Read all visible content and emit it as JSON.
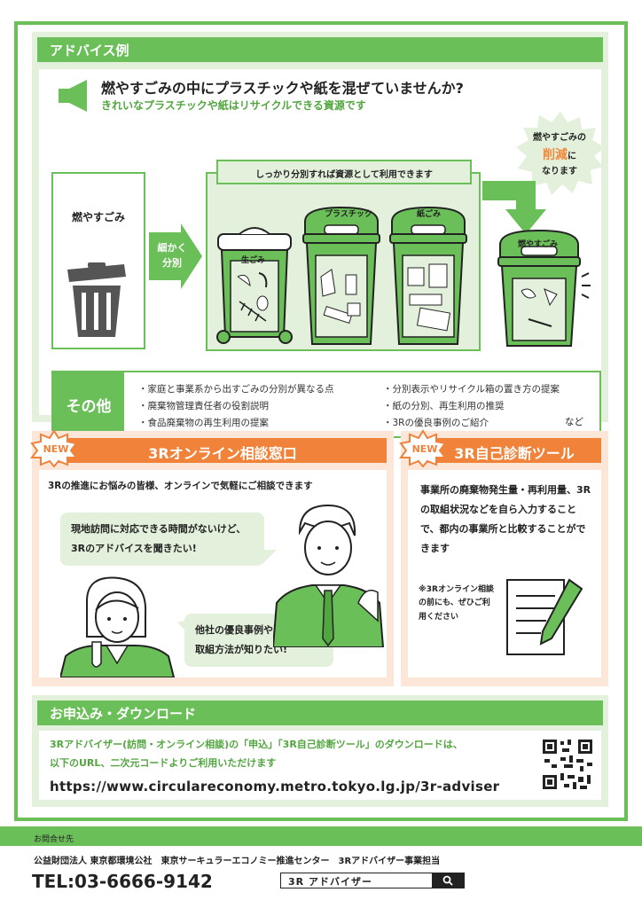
{
  "advice": {
    "title": "アドバイス例",
    "question": "燃やすごみの中にプラスチックや紙を混ぜていませんか?",
    "subtitle": "きれいなプラスチックや紙はリサイクルできる資源です",
    "burst": {
      "line1": "燃やすごみの",
      "emphasis": "削減",
      "after": "に",
      "line3": "なります"
    },
    "burnable_label": "燃やすごみ",
    "arrow_label": [
      "細かく",
      "分別"
    ],
    "separate_head": "しっかり分別すれば資源として利用できます",
    "bins": [
      "生ごみ",
      "プラスチック",
      "紙ごみ"
    ],
    "result_bin": "燃やすごみ",
    "others_label": "その他",
    "others_left": [
      "・家庭と事業系から出すごみの分別が異なる点",
      "・廃棄物管理責任者の役割説明",
      "・食品廃棄物の再生利用の提案"
    ],
    "others_right": [
      "・分別表示やリサイクル箱の置き方の提案",
      "・紙の分別、再生利用の推奨",
      "・3Rの優良事例のご紹介"
    ],
    "others_end": "など"
  },
  "online": {
    "badge": "NEW",
    "title": "3Rオンライン相談窓口",
    "intro": "3Rの推進にお悩みの皆様、オンラインで気軽にご相談できます",
    "bubble1": [
      "現地訪問に対応できる時間がないけど、",
      "3Rのアドバイスを聞きたい!"
    ],
    "bubble2": [
      "他社の優良事例や具体的な",
      "取組方法が知りたい!"
    ]
  },
  "diagnosis": {
    "badge": "NEW",
    "title": "3R自己診断ツール",
    "text": "事業所の廃棄物発生量・再利用量、3Rの取組状況などを自ら入力することで、都内の事業所と比較することができます",
    "note": "※3Rオンライン相談の前にも、ぜひご利用ください"
  },
  "apply": {
    "title": "お申込み・ダウンロード",
    "line1": "3Rアドバイザー(訪問・オンライン相談)の「申込」「3R自己診断ツール」のダウンロードは、",
    "line2": "以下のURL、二次元コードよりご利用いただけます",
    "url": "https://www.circulareconomy.metro.tokyo.lg.jp/3r-adviser"
  },
  "footer": {
    "contact_label": "お問合せ先",
    "org": "公益財団法人 東京都環境公社　東京サーキュラーエコノミー推進センター　3Rアドバイザー事業担当",
    "tel": "TEL:03-6666-9142",
    "search_text": "3R アドバイザー"
  },
  "colors": {
    "green": "#6bbf59",
    "light_green": "#e3f0db",
    "orange": "#f0823a",
    "peach": "#fbe6d8"
  }
}
